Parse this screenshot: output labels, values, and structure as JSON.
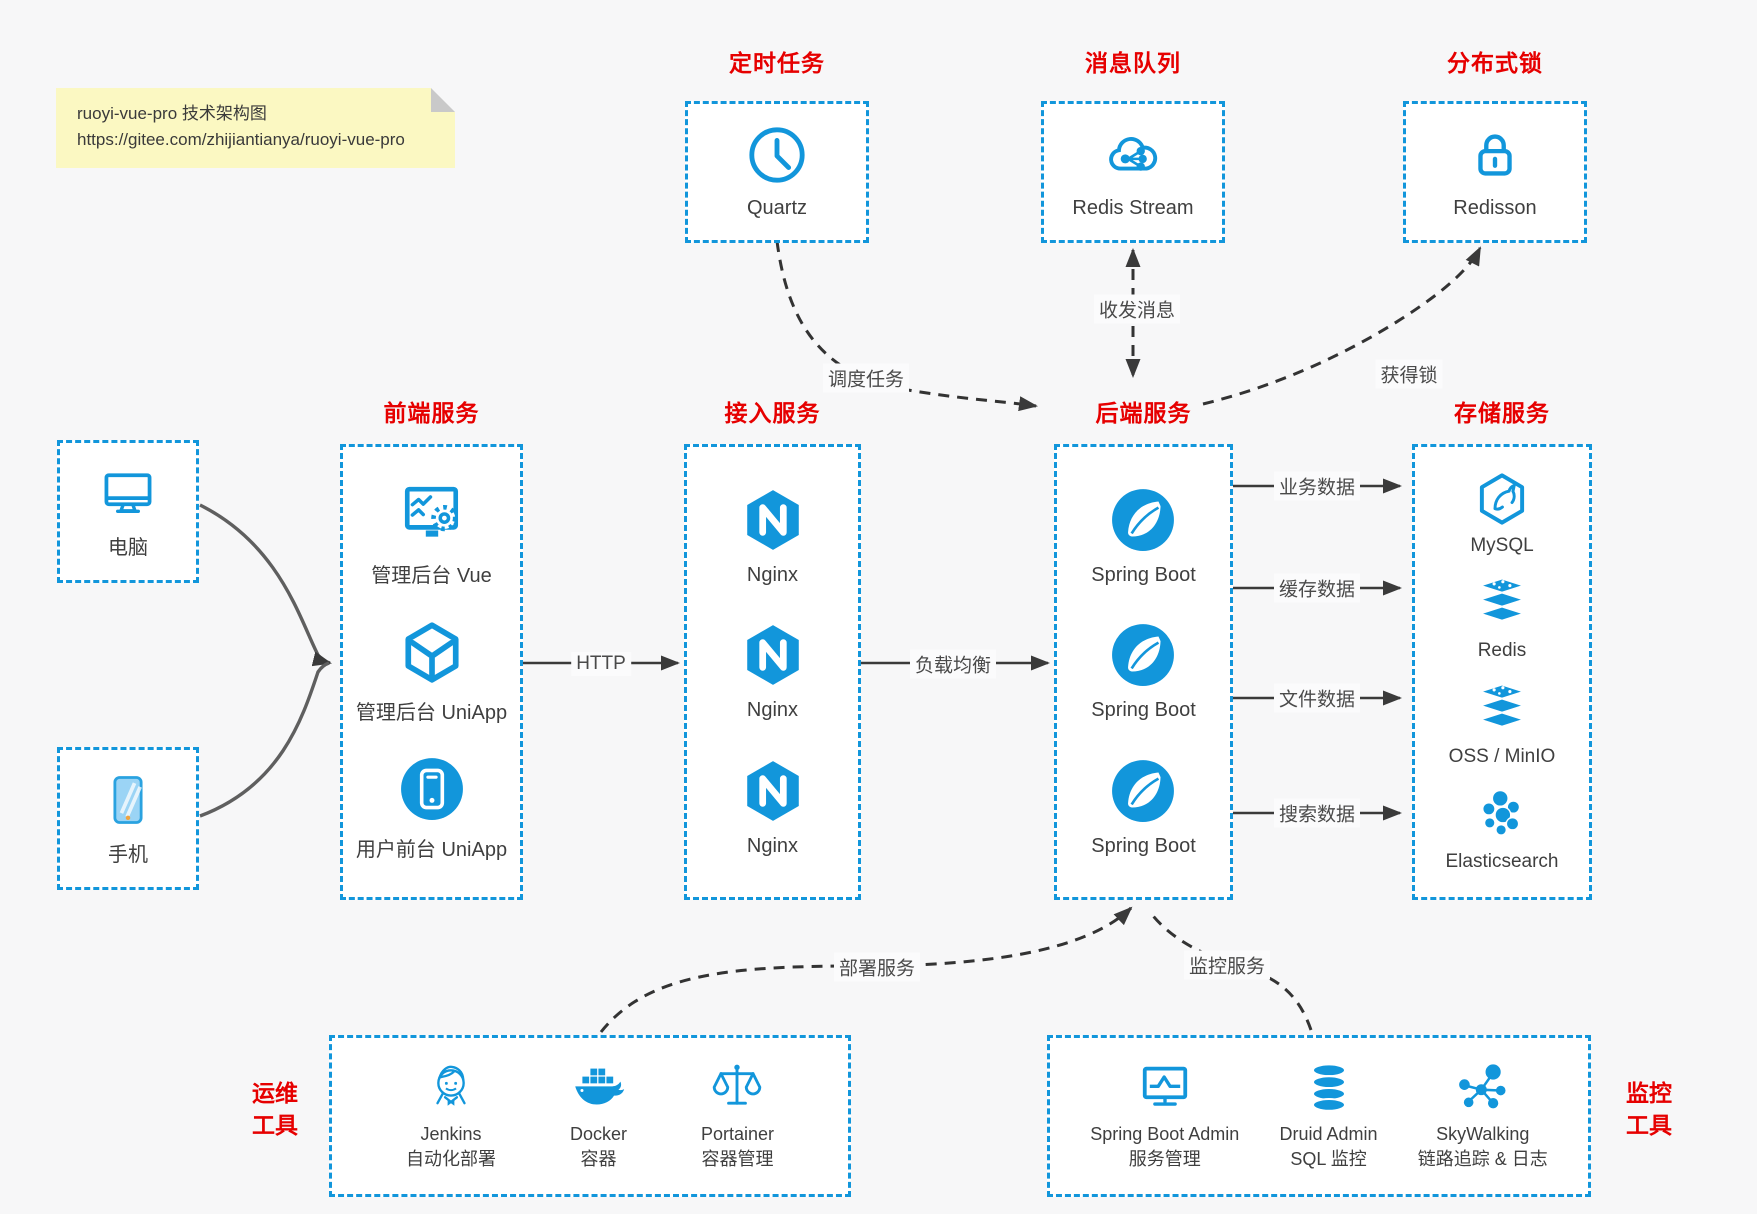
{
  "note": {
    "line1": "ruoyi-vue-pro 技术架构图",
    "line2": "https://gitee.com/zhijiantianya/ruoyi-vue-pro"
  },
  "top_groups": [
    {
      "title": "定时任务",
      "icon": "clock-icon",
      "label": "Quartz"
    },
    {
      "title": "消息队列",
      "icon": "cloud-share-icon",
      "label": "Redis Stream"
    },
    {
      "title": "分布式锁",
      "icon": "lock-icon",
      "label": "Redisson"
    }
  ],
  "clients": [
    {
      "icon": "monitor-icon",
      "label": "电脑"
    },
    {
      "icon": "phone-icon",
      "label": "手机"
    }
  ],
  "columns": [
    {
      "title": "前端服务",
      "items": [
        {
          "icon": "admin-vue-icon",
          "label": "管理后台 Vue"
        },
        {
          "icon": "cube-icon",
          "label": "管理后台 UniApp"
        },
        {
          "icon": "app-circle-icon",
          "label": "用户前台 UniApp"
        }
      ]
    },
    {
      "title": "接入服务",
      "items": [
        {
          "icon": "nginx-icon",
          "label": "Nginx"
        },
        {
          "icon": "nginx-icon",
          "label": "Nginx"
        },
        {
          "icon": "nginx-icon",
          "label": "Nginx"
        }
      ]
    },
    {
      "title": "后端服务",
      "items": [
        {
          "icon": "spring-icon",
          "label": "Spring Boot"
        },
        {
          "icon": "spring-icon",
          "label": "Spring Boot"
        },
        {
          "icon": "spring-icon",
          "label": "Spring Boot"
        }
      ]
    },
    {
      "title": "存储服务",
      "items": [
        {
          "icon": "mysql-icon",
          "label": "MySQL"
        },
        {
          "icon": "redis-stack-icon",
          "label": "Redis"
        },
        {
          "icon": "redis-stack-icon",
          "label": "OSS / MinIO"
        },
        {
          "icon": "elasticsearch-icon",
          "label": "Elasticsearch"
        }
      ]
    }
  ],
  "bottom_groups": [
    {
      "side": {
        "line1": "运维",
        "line2": "工具"
      },
      "items": [
        {
          "icon": "jenkins-icon",
          "label": "Jenkins",
          "sublabel": "自动化部署"
        },
        {
          "icon": "docker-icon",
          "label": "Docker",
          "sublabel": "容器"
        },
        {
          "icon": "portainer-icon",
          "label": "Portainer",
          "sublabel": "容器管理"
        }
      ]
    },
    {
      "side": {
        "line1": "监控",
        "line2": "工具"
      },
      "items": [
        {
          "icon": "sba-icon",
          "label": "Spring Boot Admin",
          "sublabel": "服务管理"
        },
        {
          "icon": "druid-icon",
          "label": "Druid Admin",
          "sublabel": "SQL 监控"
        },
        {
          "icon": "skywalking-icon",
          "label": "SkyWalking",
          "sublabel": "链路追踪 & 日志"
        }
      ]
    }
  ],
  "edges": {
    "http": "HTTP",
    "load_balance": "负载均衡",
    "schedule": "调度任务",
    "messages": "收发消息",
    "lock": "获得锁",
    "deploy": "部署服务",
    "monitor": "监控服务",
    "data": [
      "业务数据",
      "缓存数据",
      "文件数据",
      "搜索数据"
    ]
  },
  "colors": {
    "accent": "#1296db",
    "title_red": "#e60000",
    "note_bg": "#fbf8c2",
    "background": "#f7f7f8",
    "arrow": "#3a3a3a"
  }
}
